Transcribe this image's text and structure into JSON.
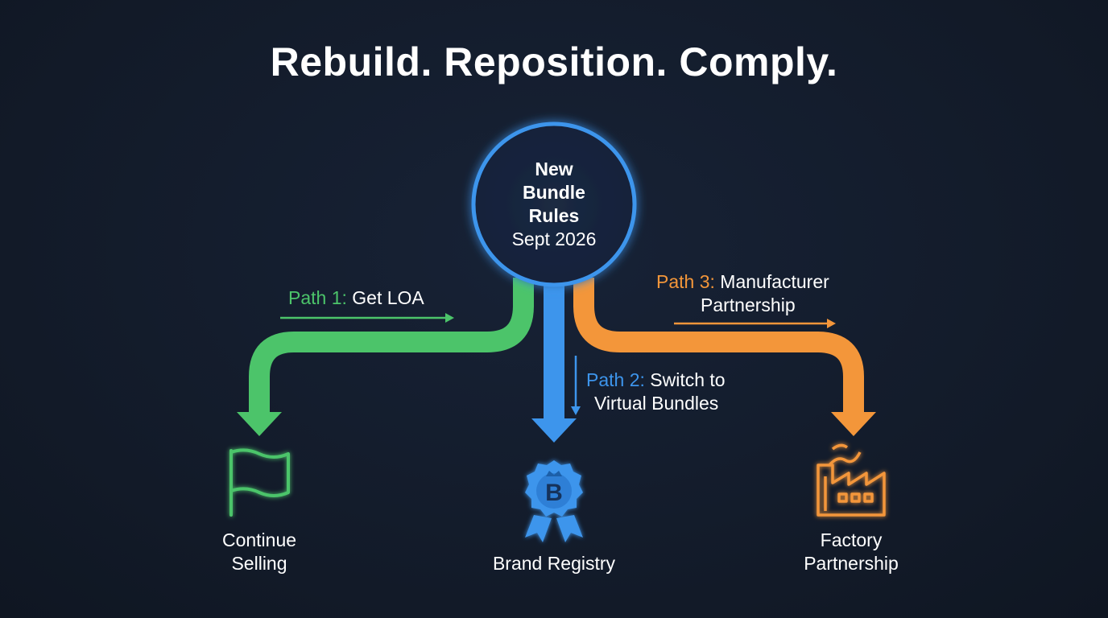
{
  "title": "Rebuild. Reposition. Comply.",
  "hub": {
    "title": "New Bundle Rules",
    "date": "Sept 2026"
  },
  "paths": [
    {
      "prefix": "Path 1:",
      "text": "Get LOA",
      "color": "#4cc46a"
    },
    {
      "prefix": "Path 2:",
      "text_line1": "Switch to",
      "text_line2": "Virtual Bundles",
      "color": "#3d95ec"
    },
    {
      "prefix": "Path 3:",
      "text_line1": "Manufacturer",
      "text_line2": "Partnership",
      "color": "#f3963a"
    }
  ],
  "outcomes": [
    {
      "label_line1": "Continue",
      "label_line2": "Selling",
      "icon": "flag-icon",
      "color": "#4cc46a"
    },
    {
      "label": "Brand Registry",
      "icon": "badge-icon",
      "icon_letter": "B",
      "color": "#3d95ec"
    },
    {
      "label_line1": "Factory",
      "label_line2": "Partnership",
      "icon": "factory-icon",
      "color": "#f3963a"
    }
  ],
  "colors": {
    "background": "#131c2b",
    "hub_ring": "#3d95ec",
    "hub_fill": "#172236"
  }
}
